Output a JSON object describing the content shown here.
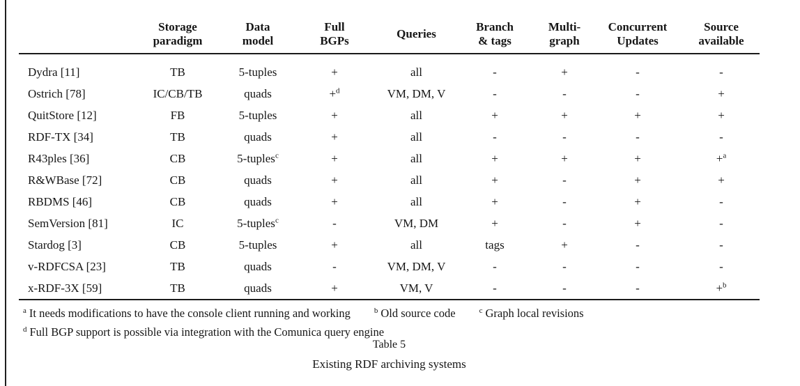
{
  "table": {
    "columns": [
      {
        "lines": []
      },
      {
        "lines": [
          "Storage",
          "paradigm"
        ]
      },
      {
        "lines": [
          "Data",
          "model"
        ]
      },
      {
        "lines": [
          "Full",
          "BGPs"
        ]
      },
      {
        "lines": [
          "Queries"
        ]
      },
      {
        "lines": [
          "Branch",
          "& tags"
        ]
      },
      {
        "lines": [
          "Multi-",
          "graph"
        ]
      },
      {
        "lines": [
          "Concurrent",
          "Updates"
        ]
      },
      {
        "lines": [
          "Source",
          "available"
        ]
      }
    ],
    "rows": [
      {
        "name": "Dydra [11]",
        "cells": [
          {
            "text": "TB"
          },
          {
            "text": "5-tuples"
          },
          {
            "text": "+"
          },
          {
            "text": "all"
          },
          {
            "text": "-"
          },
          {
            "text": "+"
          },
          {
            "text": "-"
          },
          {
            "text": "-"
          }
        ]
      },
      {
        "name": "Ostrich [78]",
        "cells": [
          {
            "text": "IC/CB/TB"
          },
          {
            "text": "quads"
          },
          {
            "text": "+",
            "sup": "d"
          },
          {
            "text": "VM, DM, V"
          },
          {
            "text": "-"
          },
          {
            "text": "-"
          },
          {
            "text": "-"
          },
          {
            "text": "+"
          }
        ]
      },
      {
        "name": "QuitStore [12]",
        "cells": [
          {
            "text": "FB"
          },
          {
            "text": "5-tuples"
          },
          {
            "text": "+"
          },
          {
            "text": "all"
          },
          {
            "text": "+"
          },
          {
            "text": "+"
          },
          {
            "text": "+"
          },
          {
            "text": "+"
          }
        ]
      },
      {
        "name": "RDF-TX [34]",
        "cells": [
          {
            "text": "TB"
          },
          {
            "text": "quads"
          },
          {
            "text": "+"
          },
          {
            "text": "all"
          },
          {
            "text": "-"
          },
          {
            "text": "-"
          },
          {
            "text": "-"
          },
          {
            "text": "-"
          }
        ]
      },
      {
        "name": "R43ples [36]",
        "cells": [
          {
            "text": "CB"
          },
          {
            "text": "5-tuples",
            "sup": "c"
          },
          {
            "text": "+"
          },
          {
            "text": "all"
          },
          {
            "text": "+"
          },
          {
            "text": "+"
          },
          {
            "text": "+"
          },
          {
            "text": "+",
            "sup": "a"
          }
        ]
      },
      {
        "name": "R&WBase [72]",
        "cells": [
          {
            "text": "CB"
          },
          {
            "text": "quads"
          },
          {
            "text": "+"
          },
          {
            "text": "all"
          },
          {
            "text": "+"
          },
          {
            "text": "-"
          },
          {
            "text": "+"
          },
          {
            "text": "+"
          }
        ]
      },
      {
        "name": "RBDMS [46]",
        "cells": [
          {
            "text": "CB"
          },
          {
            "text": "quads"
          },
          {
            "text": "+"
          },
          {
            "text": "all"
          },
          {
            "text": "+"
          },
          {
            "text": "-"
          },
          {
            "text": "+"
          },
          {
            "text": "-"
          }
        ]
      },
      {
        "name": "SemVersion [81]",
        "cells": [
          {
            "text": "IC"
          },
          {
            "text": "5-tuples",
            "sup": "c"
          },
          {
            "text": "-"
          },
          {
            "text": "VM, DM"
          },
          {
            "text": "+"
          },
          {
            "text": "-"
          },
          {
            "text": "+"
          },
          {
            "text": "-"
          }
        ]
      },
      {
        "name": "Stardog [3]",
        "cells": [
          {
            "text": "CB"
          },
          {
            "text": "5-tuples"
          },
          {
            "text": "+"
          },
          {
            "text": "all"
          },
          {
            "text": "tags"
          },
          {
            "text": "+"
          },
          {
            "text": "-"
          },
          {
            "text": "-"
          }
        ]
      },
      {
        "name": "v-RDFCSA [23]",
        "cells": [
          {
            "text": "TB"
          },
          {
            "text": "quads"
          },
          {
            "text": "-"
          },
          {
            "text": "VM, DM, V"
          },
          {
            "text": "-"
          },
          {
            "text": "-"
          },
          {
            "text": "-"
          },
          {
            "text": "-"
          }
        ]
      },
      {
        "name": "x-RDF-3X [59]",
        "cells": [
          {
            "text": "TB"
          },
          {
            "text": "quads"
          },
          {
            "text": "+"
          },
          {
            "text": "VM, V"
          },
          {
            "text": "-"
          },
          {
            "text": "-"
          },
          {
            "text": "-"
          },
          {
            "text": "+",
            "sup": "b"
          }
        ]
      }
    ]
  },
  "footnotes": {
    "items": [
      {
        "marker": "a",
        "text": "It needs modifications to have the console client running and working"
      },
      {
        "marker": "b",
        "text": "Old source code"
      },
      {
        "marker": "c",
        "text": "Graph local revisions"
      },
      {
        "marker": "d",
        "text": "Full BGP support is possible via integration with the Comunica query engine"
      }
    ]
  },
  "caption": {
    "label": "Table 5",
    "title": "Existing RDF archiving systems"
  }
}
